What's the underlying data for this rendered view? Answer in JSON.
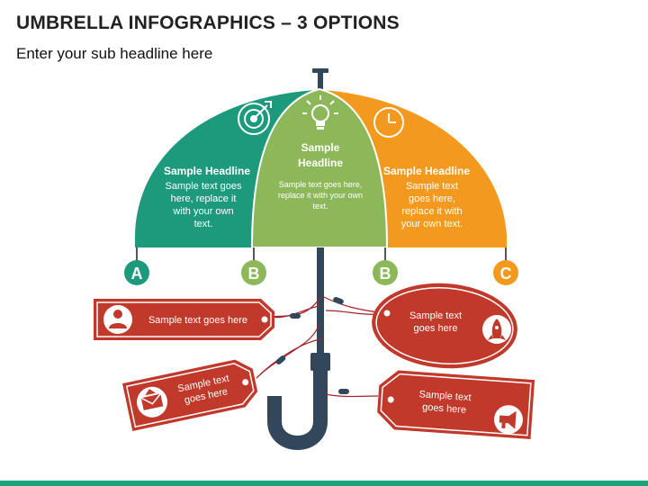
{
  "title": "UMBRELLA INFOGRAPHICS – 3 OPTIONS",
  "subtitle": "Enter your sub headline here",
  "colors": {
    "teal": "#1d9a7c",
    "green": "#8db85a",
    "orange": "#f39a1e",
    "red": "#c0392b",
    "handle": "#33475b",
    "accent_bar": "#1aa37a"
  },
  "panels": {
    "left": {
      "headline": "Sample Headline",
      "text": [
        "Sample text goes",
        "here, replace it",
        "with your own",
        "text."
      ],
      "icon": "target-icon"
    },
    "center": {
      "headline": [
        "Sample",
        "Headline"
      ],
      "text": [
        "Sample text goes here,",
        "replace it with your own",
        "text."
      ],
      "icon": "lightbulb-icon"
    },
    "right": {
      "headline": "Sample Headline",
      "text": [
        "Sample text",
        "goes here,",
        "replace it with",
        "your own text."
      ],
      "icon": "clock-icon"
    }
  },
  "markers": [
    "A",
    "B",
    "B",
    "C"
  ],
  "tags": [
    {
      "text": [
        "Sample text goes here"
      ],
      "icon": "user-icon"
    },
    {
      "text": [
        "Sample text",
        "goes here"
      ],
      "icon": "rocket-icon"
    },
    {
      "text": [
        "Sample text",
        "goes here"
      ],
      "icon": "mail-icon"
    },
    {
      "text": [
        "Sample text",
        "goes here"
      ],
      "icon": "megaphone-icon"
    }
  ]
}
